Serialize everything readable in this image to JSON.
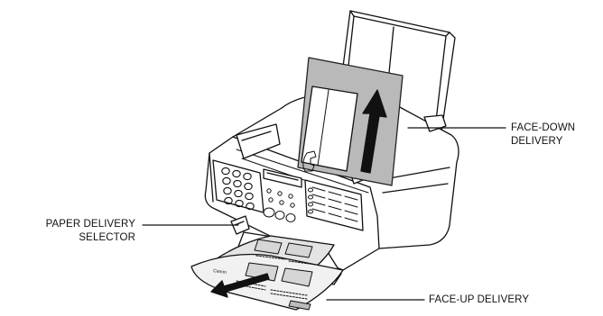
{
  "labels": {
    "face_down": {
      "line1": "FACE-DOWN",
      "line2": "DELIVERY"
    },
    "paper_selector": {
      "line1": "PAPER DELIVERY",
      "line2": "SELECTOR"
    },
    "face_up": {
      "line1": "FACE-UP DELIVERY"
    }
  },
  "machine": {
    "brand_mark": "Canon",
    "icon_names": [
      "arrow-up-icon",
      "arrow-left-icon",
      "document-icon"
    ]
  }
}
